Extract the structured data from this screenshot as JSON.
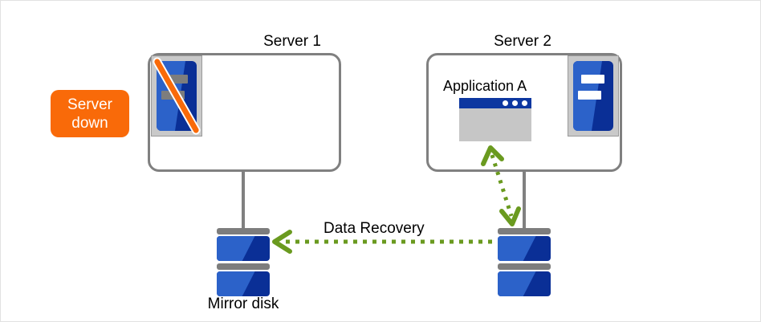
{
  "diagram": {
    "title_server1": "Server 1",
    "title_server2": "Server 2",
    "badge": {
      "line1": "Server",
      "line2": "down",
      "color": "#f96a09"
    },
    "application_label": "Application A",
    "flow_label": "Data Recovery",
    "mirror_disk_label": "Mirror disk",
    "colors": {
      "box_border": "#808080",
      "arrow_green": "#6a9a1f",
      "disk_blue_dark": "#0a2f96",
      "disk_blue_light": "#2c62c9",
      "slash_orange": "#f96a09",
      "panel_gray": "#c9c9c9",
      "window_gray": "#c6c6c6",
      "titlebar_blue": "#0d37a0"
    },
    "icons": {
      "server1_appliance": "server-down-icon",
      "server2_appliance": "server-up-icon",
      "app_window": "application-window-icon",
      "disk_left": "mirror-disk-icon",
      "disk_right": "source-disk-icon",
      "recovery_arrow": "left-arrow-dotted-icon",
      "sync_arrow": "double-arrow-dotted-icon"
    }
  }
}
